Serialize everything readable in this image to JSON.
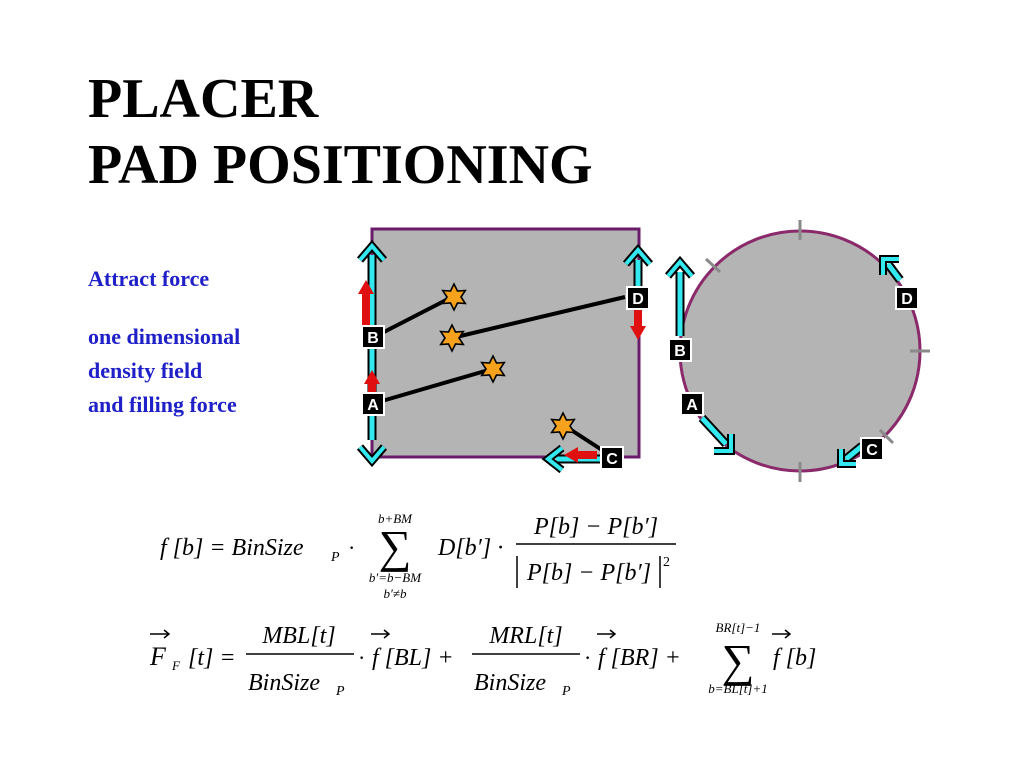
{
  "title": {
    "line1": "PLACER",
    "line2": "PAD POSITIONING"
  },
  "side": {
    "attract": "Attract force",
    "density_lines": [
      "one dimensional",
      "density field",
      "and filling force"
    ]
  },
  "labels": {
    "a": "A",
    "b": "B",
    "c": "C",
    "d": "D"
  },
  "colors": {
    "heading": "#000000",
    "side_text": "#2020c8",
    "box_border": "#6a1b6a",
    "fill_gray": "#b4b4b4",
    "arrow_cyan": "#33e8ee",
    "arrow_red": "#e01010",
    "star": "#f7a21c",
    "label_bg": "#000000"
  },
  "equations": {
    "eq1": {
      "lhs": "f [b] = BinSize",
      "lhs_sub": "P",
      "sum_top": "b+BM",
      "sum_bottom1": "b′=b−BM",
      "sum_bottom2": "b′≠b",
      "term": "D[b′] ·",
      "num": "P[b] − P[b′]",
      "den": "P[b] − P[b′]",
      "den_exp": "2"
    },
    "eq2": {
      "lhs": "F",
      "lhs_sub": "F",
      "lhs_rest": "[t] =",
      "num1": "MBL[t]",
      "den1": "BinSize",
      "den1_sub": "P",
      "term1": "f [BL] +",
      "num2": "MRL[t]",
      "den2": "BinSize",
      "den2_sub": "P",
      "term2": "f [BR] +",
      "sum_top": "BR[t]−1",
      "sum_bottom": "b=BL[t]+1",
      "term3": "f [b]"
    }
  }
}
